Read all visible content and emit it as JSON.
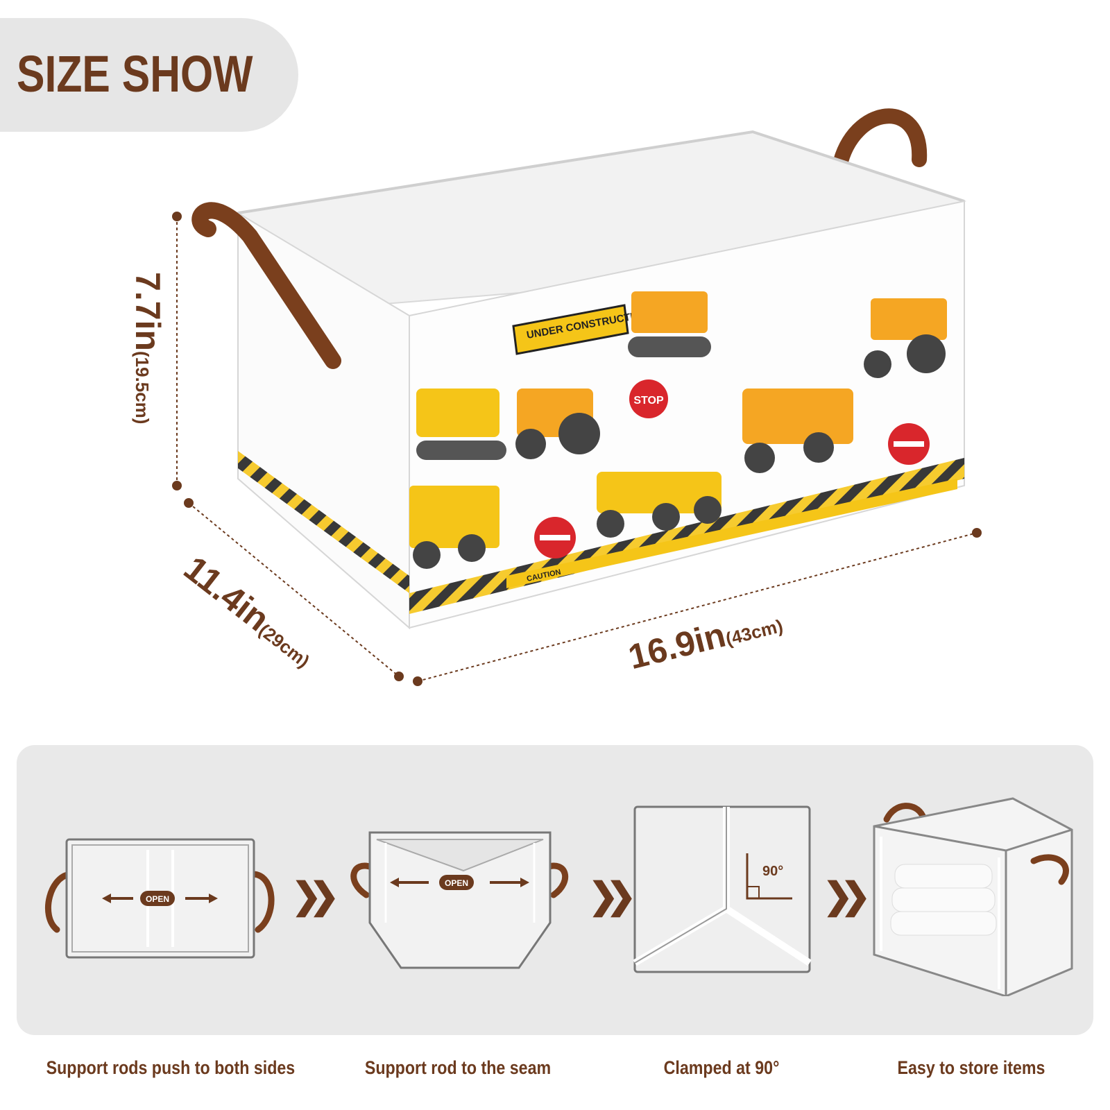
{
  "header": {
    "title": "SIZE SHOW"
  },
  "dimensions": {
    "height": {
      "main": "7.7in",
      "metric": "(19.5cm)"
    },
    "depth": {
      "main": "11.4in",
      "metric": "(29cm)"
    },
    "width": {
      "main": "16.9in",
      "metric": "(43cm)"
    }
  },
  "basket_print": {
    "banner": "UNDER CONSTRUCTION",
    "stop": "STOP",
    "do_not_enter": "DO NOT ENTER",
    "caution": "CAUTION"
  },
  "steps": [
    {
      "caption": "Support rods push to both sides",
      "badge": "OPEN"
    },
    {
      "caption": "Support rod to the seam",
      "badge": "OPEN"
    },
    {
      "caption": "Clamped at 90°",
      "angle": "90°"
    },
    {
      "caption": "Easy to store items"
    }
  ],
  "colors": {
    "brand_brown": "#6b3a1e",
    "panel_gray": "#e9e9e9",
    "tab_gray": "#e6e6e6",
    "print_yellow": "#f5c518"
  }
}
